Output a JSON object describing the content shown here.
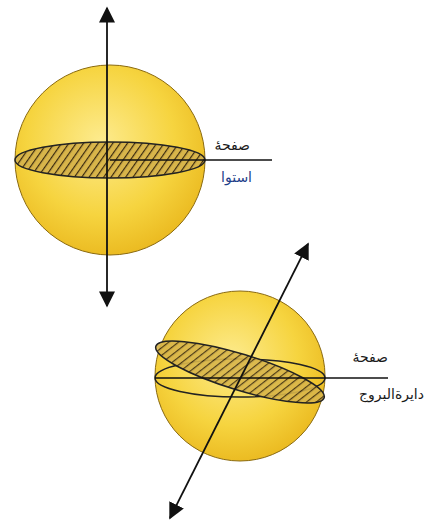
{
  "diagram": {
    "labels": [
      "صفحهٔ",
      "استوا",
      "صفحهٔ",
      "دایرةالبروج"
    ]
  }
}
